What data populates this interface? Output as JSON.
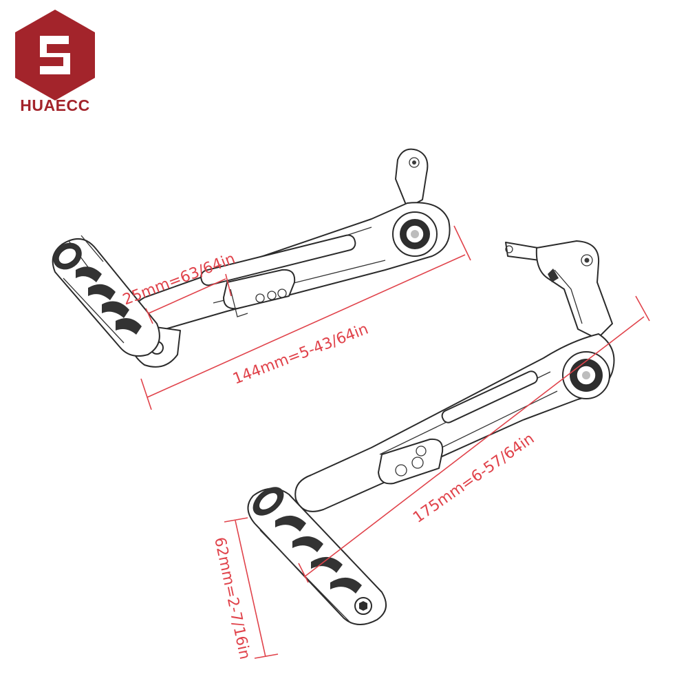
{
  "brand": {
    "name": "HUAECC",
    "color": "#a3242b"
  },
  "dimension_color": "#e0424a",
  "dimensions": {
    "offset": "25mm=63/64in",
    "short_lever_length": "144mm=5-43/64in",
    "long_lever_length": "175mm=6-57/64in",
    "peg_length": "62mm=2-7/16in"
  }
}
